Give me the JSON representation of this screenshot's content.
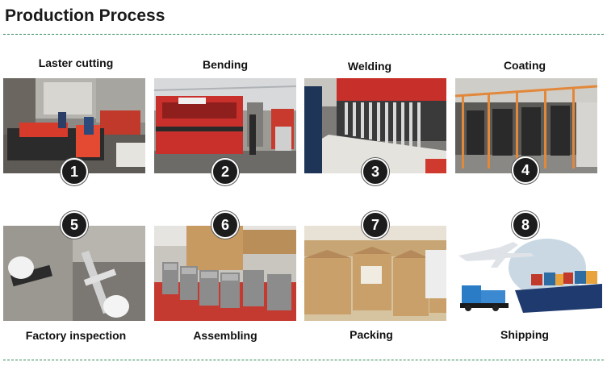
{
  "page": {
    "title": "Production Process",
    "accent_divider_color": "#2f8a5a"
  },
  "steps": [
    {
      "number": "1",
      "label": "Laster cutting"
    },
    {
      "number": "2",
      "label": "Bending"
    },
    {
      "number": "3",
      "label": "Welding"
    },
    {
      "number": "4",
      "label": "Coating"
    },
    {
      "number": "5",
      "label": "Factory inspection"
    },
    {
      "number": "6",
      "label": "Assembling"
    },
    {
      "number": "7",
      "label": "Packing"
    },
    {
      "number": "8",
      "label": "Shipping"
    }
  ]
}
